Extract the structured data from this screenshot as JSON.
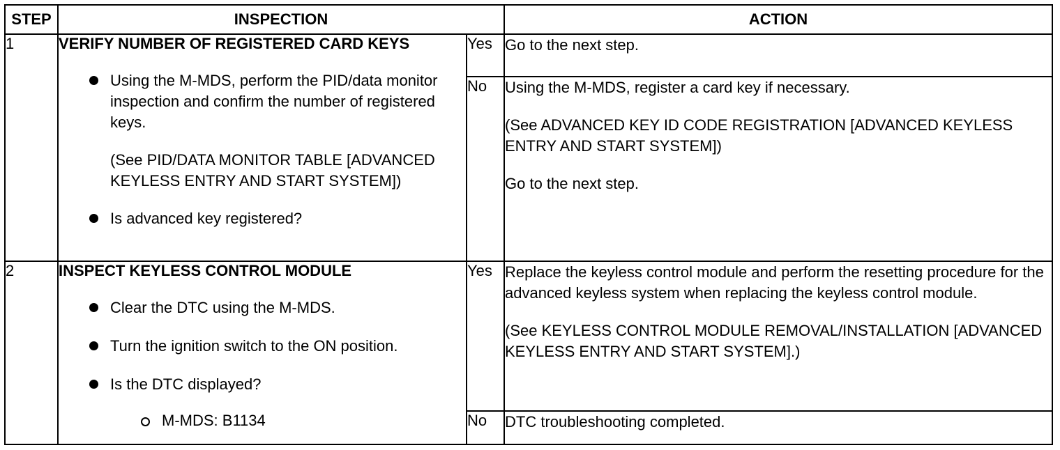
{
  "header": {
    "step": "STEP",
    "inspection": "INSPECTION",
    "action": "ACTION"
  },
  "steps": [
    {
      "number": "1",
      "title": "VERIFY NUMBER OF REGISTERED CARD KEYS",
      "bullets": [
        {
          "text": "Using the M-MDS, perform the PID/data monitor inspection and confirm the number of registered keys.",
          "note": "(See PID/DATA MONITOR TABLE [ADVANCED KEYLESS ENTRY AND START SYSTEM])"
        },
        {
          "text": "Is advanced key registered?"
        }
      ],
      "yes": {
        "label": "Yes",
        "action": [
          "Go to the next step."
        ]
      },
      "no": {
        "label": "No",
        "action": [
          "Using the M-MDS, register a card key if necessary.",
          "(See ADVANCED KEY ID CODE REGISTRATION [ADVANCED KEYLESS ENTRY AND START SYSTEM])",
          "Go to the next step."
        ]
      }
    },
    {
      "number": "2",
      "title": "INSPECT KEYLESS CONTROL MODULE",
      "bullets": [
        {
          "text": "Clear the DTC using the M-MDS."
        },
        {
          "text": "Turn the ignition switch to the ON position."
        },
        {
          "text": "Is the DTC displayed?"
        }
      ],
      "sub_bullets": [
        "M-MDS: B1134"
      ],
      "yes": {
        "label": "Yes",
        "action": [
          "Replace the keyless control module and perform the resetting procedure for the advanced keyless system when replacing the keyless control module.",
          "(See KEYLESS CONTROL MODULE REMOVAL/INSTALLATION [ADVANCED KEYLESS ENTRY AND START SYSTEM].)"
        ]
      },
      "no": {
        "label": "No",
        "action": [
          "DTC troubleshooting completed."
        ]
      }
    }
  ]
}
